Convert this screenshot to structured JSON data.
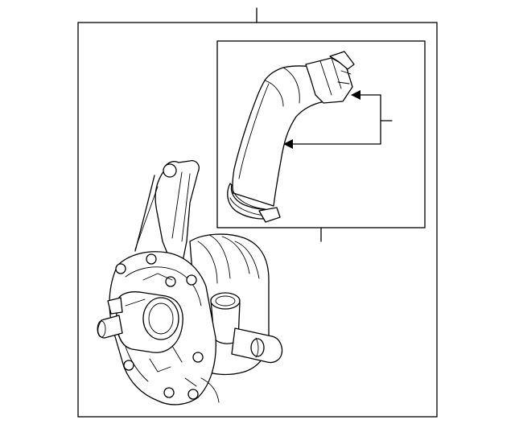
{
  "diagram": {
    "kind": "exploded-parts-illustration",
    "parts": [
      {
        "id": "water-pump-assembly",
        "callout_text": ""
      },
      {
        "id": "coolant-hose",
        "callout_text": ""
      }
    ],
    "colors": {
      "line": "#000000",
      "background": "#ffffff"
    }
  }
}
